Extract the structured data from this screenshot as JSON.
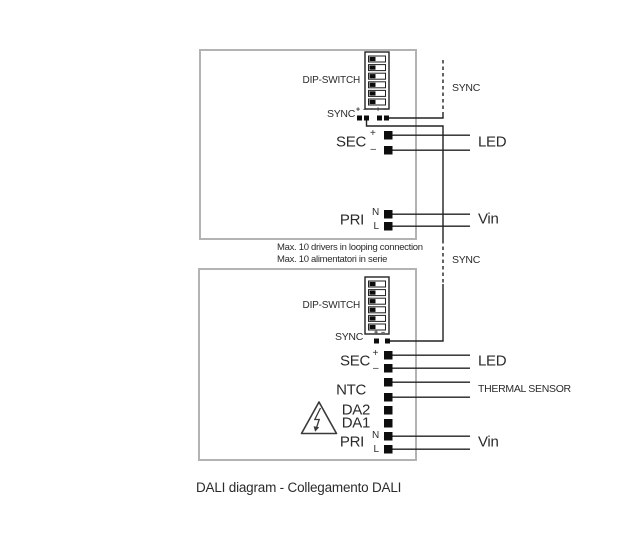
{
  "diagram": {
    "caption": "DALI diagram - Collegamento DALI",
    "notes": {
      "line1": "Max. 10 drivers in looping connection",
      "line2": "Max. 10 alimentatori in serie"
    },
    "bus": {
      "sync_top_label": "SYNC",
      "sync_mid_label": "SYNC"
    },
    "symbols": {
      "plus": "+",
      "minus": "–"
    },
    "driver1": {
      "dip_switch": "DIP-SWITCH",
      "sync": "SYNC",
      "sec": "SEC",
      "pri": "PRI",
      "n": "N",
      "l": "L",
      "outputs": {
        "led": "LED",
        "vin": "Vin"
      }
    },
    "driver2": {
      "dip_switch": "DIP-SWITCH",
      "sync": "SYNC",
      "sec": "SEC",
      "ntc": "NTC",
      "da2": "DA2",
      "da1": "DA1",
      "pri": "PRI",
      "n": "N",
      "l": "L",
      "outputs": {
        "led": "LED",
        "thermal": "THERMAL SENSOR",
        "vin": "Vin"
      }
    }
  }
}
